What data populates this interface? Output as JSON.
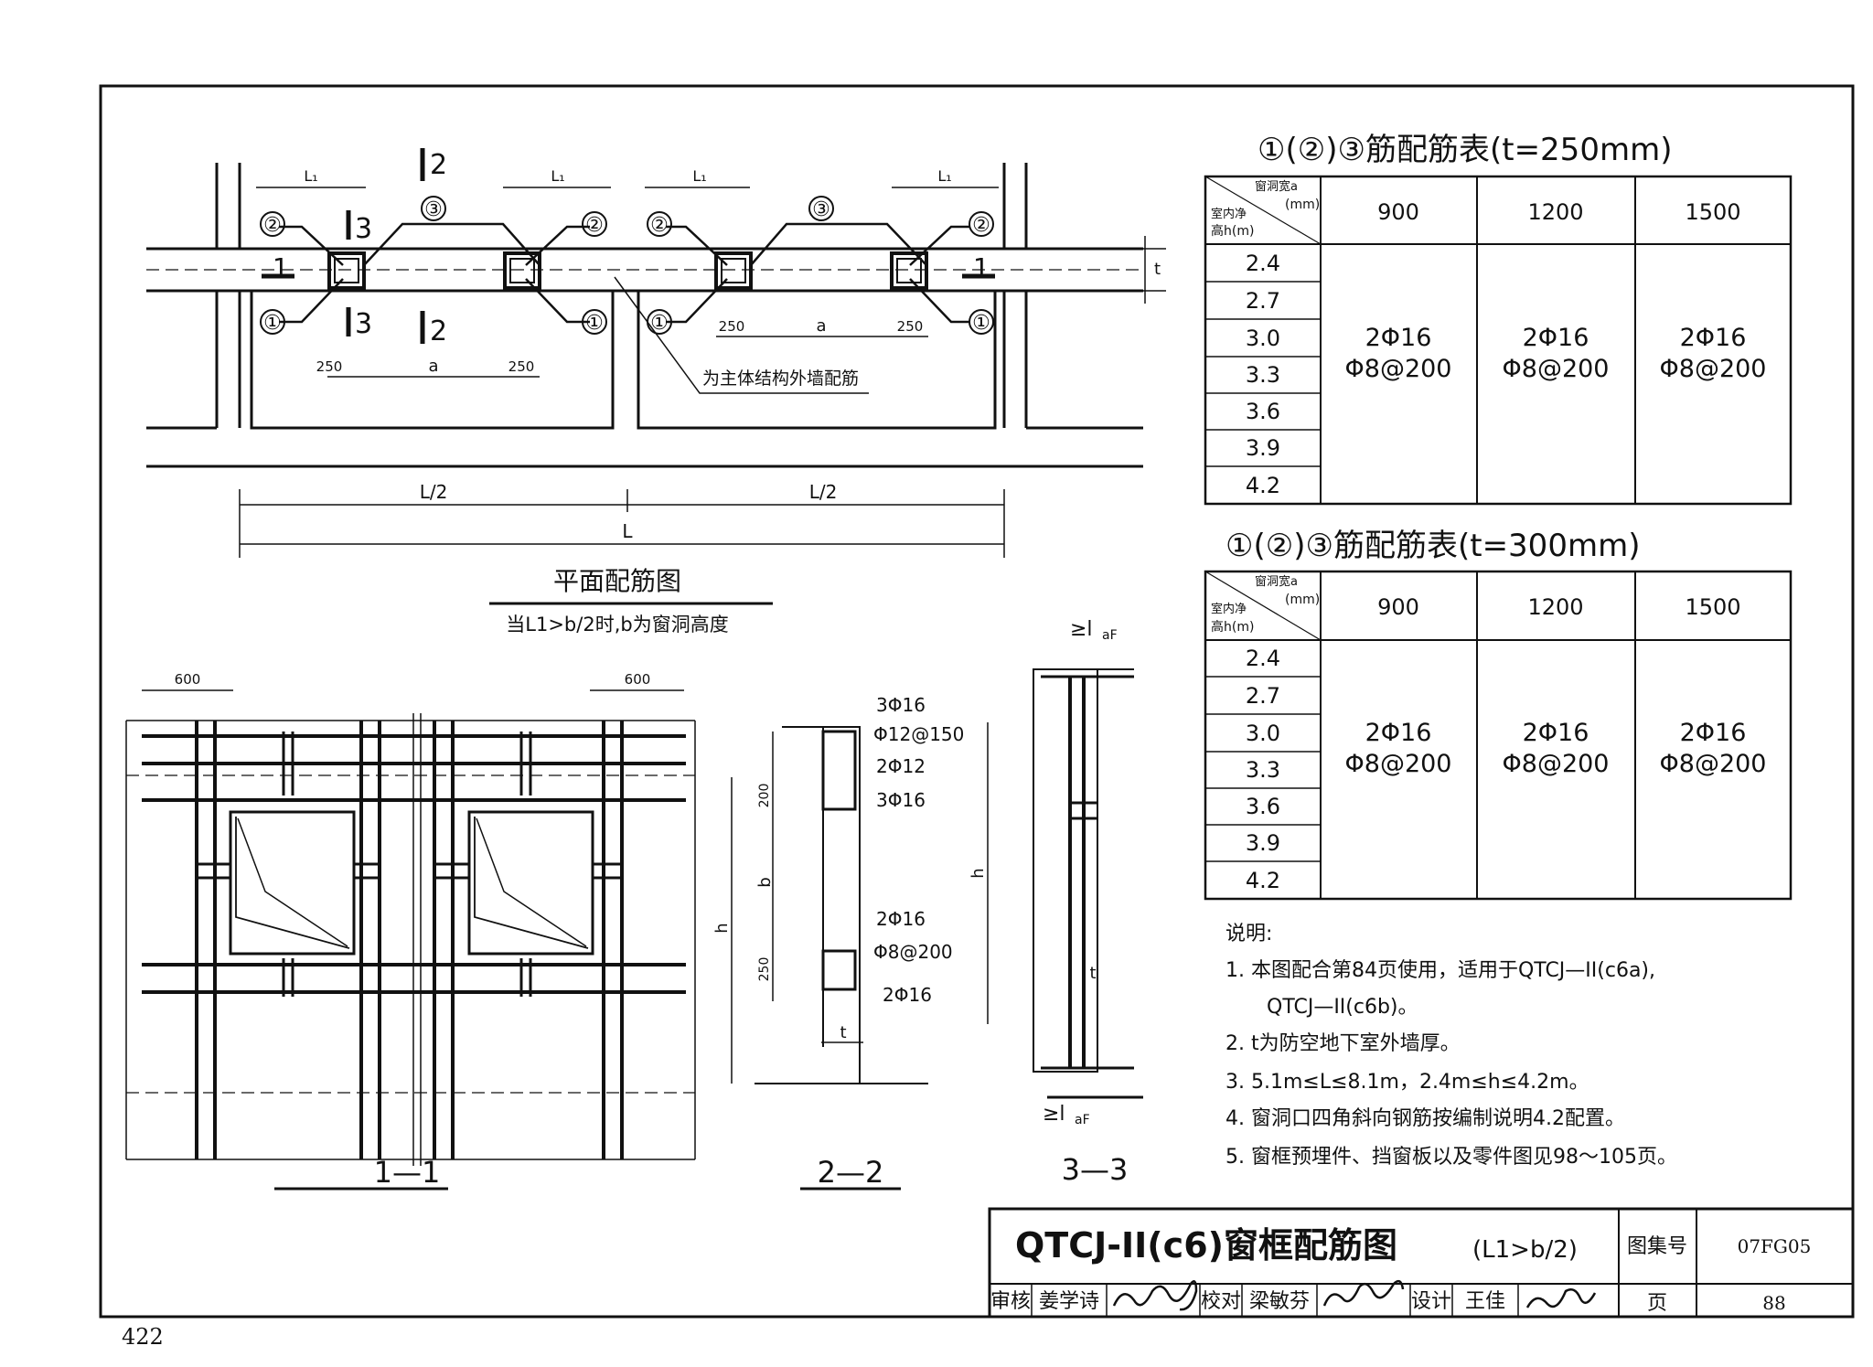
{
  "page_number": "422",
  "plan": {
    "title": "平面配筋图",
    "subtitle": "当L1>b/2时,b为窗洞高度",
    "labels": {
      "L1": "L₁",
      "circle1": "①",
      "circle2": "②",
      "circle3": "③",
      "sec1": "1",
      "sec2": "2",
      "sec3": "3",
      "dim250": "250",
      "dim_a": "a",
      "t": "t",
      "L_half": "L/2",
      "L": "L",
      "note": "为主体结构外墙配筋"
    }
  },
  "section_1_1": {
    "title": "1—1",
    "dim600": "600"
  },
  "section_2_2": {
    "title": "2—2",
    "labels": {
      "r1": "3Φ16",
      "r2": "Φ12@150",
      "r3": "2Φ12",
      "r4": "3Φ16",
      "r5": "2Φ16",
      "r6": "Φ8@200",
      "r7": "2Φ16",
      "d200": "200",
      "d250": "250",
      "b": "b",
      "h": "h",
      "t": "t"
    }
  },
  "section_3_3": {
    "title": "3—3",
    "laf": "≥l",
    "laf_sub": "aF",
    "h": "h",
    "t": "t"
  },
  "tables": [
    {
      "title": "①(②)③筋配筋表(t=250mm)",
      "corner": {
        "top": "窗洞宽a",
        "unit": "(mm)",
        "left1": "室内净",
        "left2": "高h(m)"
      },
      "columns": [
        "900",
        "1200",
        "1500"
      ],
      "rows": [
        "2.4",
        "2.7",
        "3.0",
        "3.3",
        "3.6",
        "3.9",
        "4.2"
      ],
      "cell_line1": "2Φ16",
      "cell_line2": "Φ8@200"
    },
    {
      "title": "①(②)③筋配筋表(t=300mm)",
      "corner": {
        "top": "窗洞宽a",
        "unit": "(mm)",
        "left1": "室内净",
        "left2": "高h(m)"
      },
      "columns": [
        "900",
        "1200",
        "1500"
      ],
      "rows": [
        "2.4",
        "2.7",
        "3.0",
        "3.3",
        "3.6",
        "3.9",
        "4.2"
      ],
      "cell_line1": "2Φ16",
      "cell_line2": "Φ8@200"
    }
  ],
  "notes": {
    "heading": "说明:",
    "items": [
      "1.  本图配合第84页使用，适用于QTCJ—II(c6a),",
      "QTCJ—II(c6b)。",
      "2.  t为防空地下室外墙厚。",
      "3.  5.1m≤L≤8.1m，2.4m≤h≤4.2m。",
      "4.  窗洞口四角斜向钢筋按编制说明4.2配置。",
      "5.  窗框预埋件、挡窗板以及零件图见98～105页。"
    ]
  },
  "title_block": {
    "drawing_title": "QTCJ-II(c6)窗框配筋图",
    "drawing_title_suffix": "(L1>b/2)",
    "atlas_label": "图集号",
    "atlas_no": "07FG05",
    "review_label": "审核",
    "reviewer": "姜学诗",
    "check_label": "校对",
    "checker": "梁敏芬",
    "design_label": "设计",
    "designer": "王佳",
    "page_label": "页",
    "page_no": "88"
  }
}
